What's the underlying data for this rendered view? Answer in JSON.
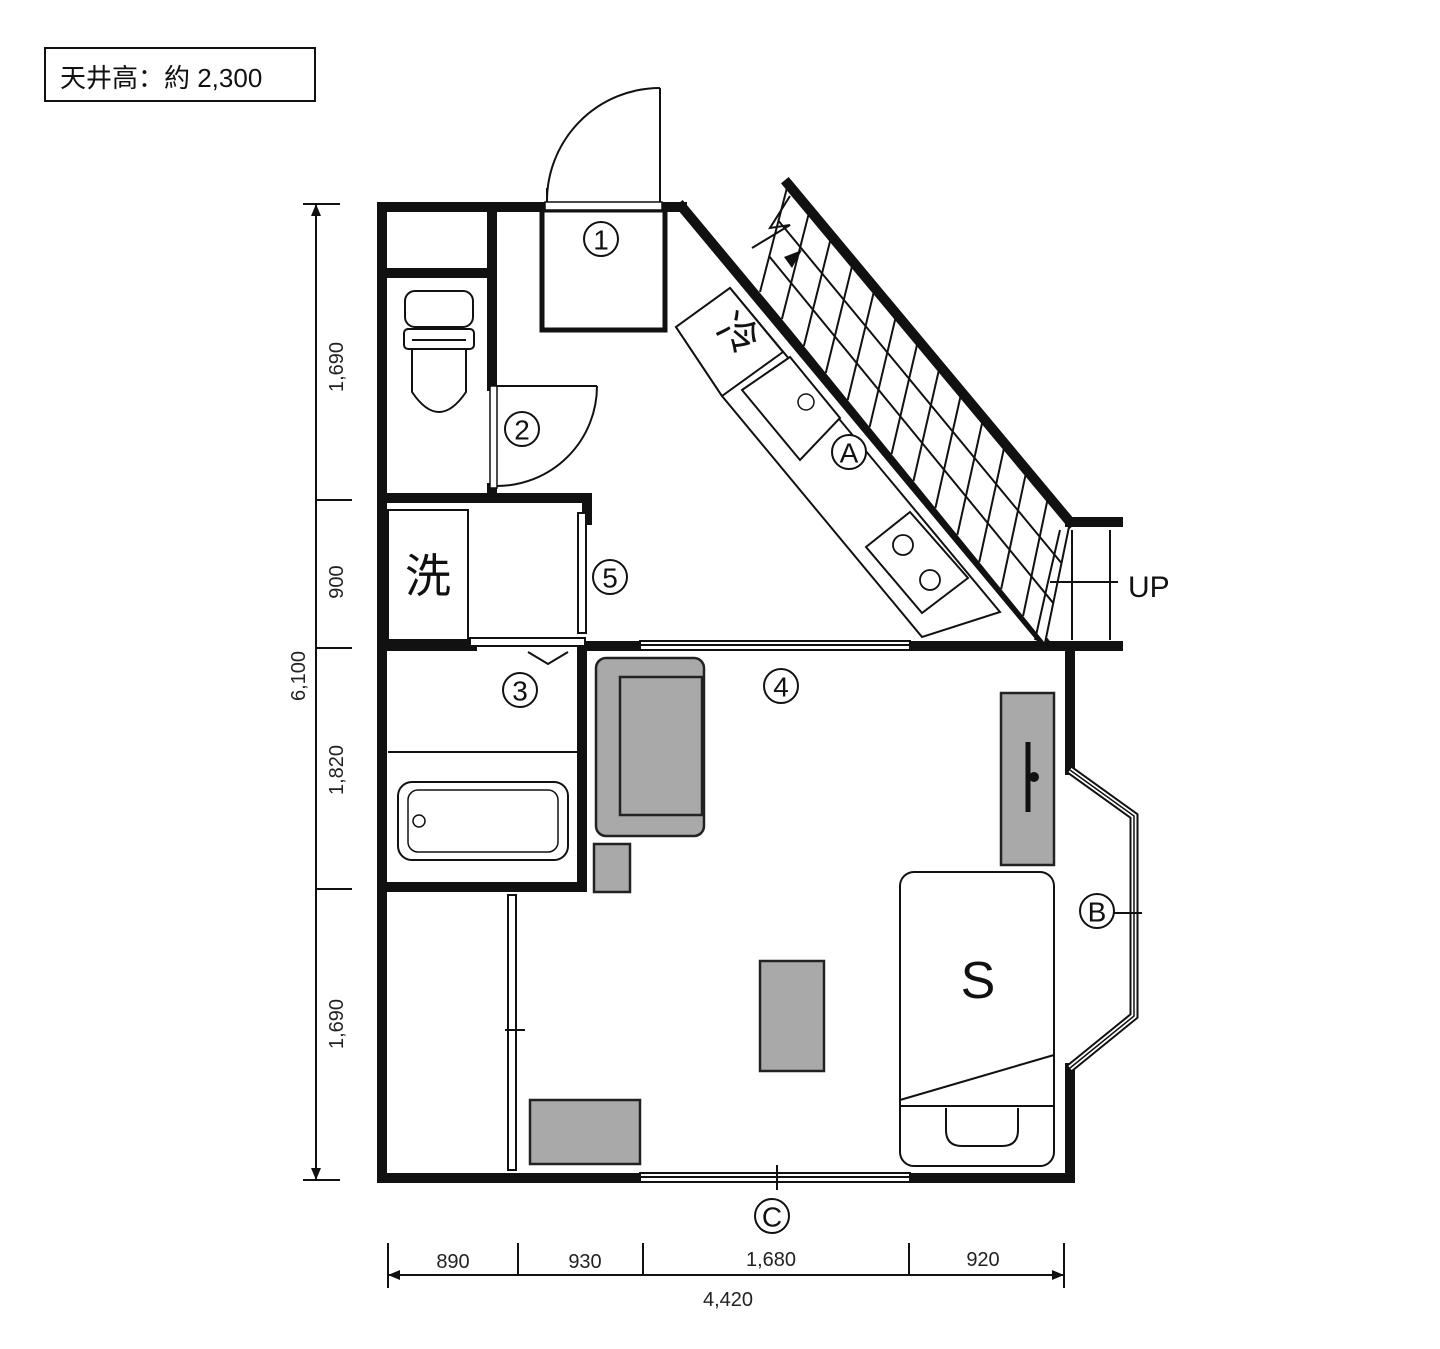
{
  "ceiling_note": "天井高：約 2,300",
  "markers": {
    "m1": "1",
    "m2": "2",
    "m3": "3",
    "m4": "4",
    "m5": "5",
    "mA": "A",
    "mB": "B",
    "mC": "C"
  },
  "labels": {
    "fridge": "冷",
    "washer": "洗",
    "stairs_up": "UP",
    "bed": "S"
  },
  "dimensions": {
    "left": [
      "1,690",
      "900",
      "1,820",
      "1,690"
    ],
    "left_total": "6,100",
    "bottom": [
      "890",
      "930",
      "1,680",
      "920"
    ],
    "bottom_total": "4,420"
  },
  "colors": {
    "wall": "#111111",
    "furniture": "#a9a9a9",
    "background": "#ffffff"
  }
}
